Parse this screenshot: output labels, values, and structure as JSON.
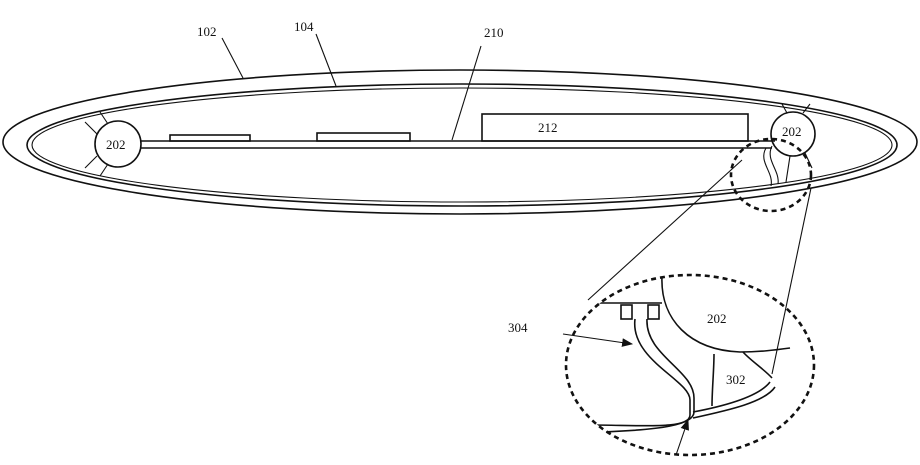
{
  "figure": {
    "labels": {
      "outer_housing": "102",
      "inner_housing": "104",
      "circuit_board": "210",
      "component": "212",
      "support_left": "202",
      "support_right": "202",
      "detail_support": "202",
      "detail_element": "302",
      "detail_connector": "304"
    },
    "colors": {
      "line": "#111111",
      "background": "#ffffff"
    }
  }
}
